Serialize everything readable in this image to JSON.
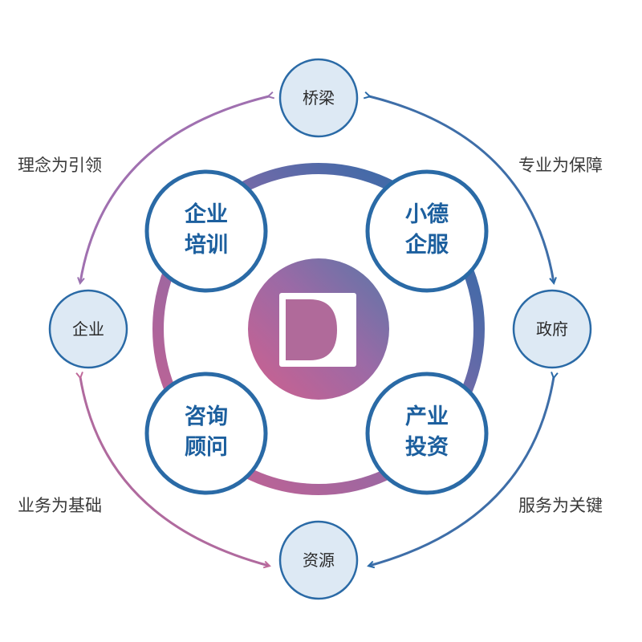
{
  "logo": {
    "letter": "D"
  },
  "outer_nodes": {
    "top": "桥梁",
    "left": "企业",
    "right": "政府",
    "bottom": "资源"
  },
  "inner_nodes": {
    "top_left": {
      "line1": "企业",
      "line2": "培训"
    },
    "top_right": {
      "line1": "小德",
      "line2": "企服"
    },
    "bottom_left": {
      "line1": "咨询",
      "line2": "顾问"
    },
    "bottom_right": {
      "line1": "产业",
      "line2": "投资"
    }
  },
  "side_labels": {
    "top_left": "理念为引领",
    "top_right": "专业为保障",
    "bottom_left": "业务为基础",
    "bottom_right": "服务为关键"
  },
  "colors": {
    "pink": "#d0608e",
    "purple": "#8a6aa8",
    "blue": "#1f6aa8",
    "node_border": "#2a6aa6",
    "node_fill": "#dde9f4",
    "inner_text": "#1c5f9e"
  }
}
